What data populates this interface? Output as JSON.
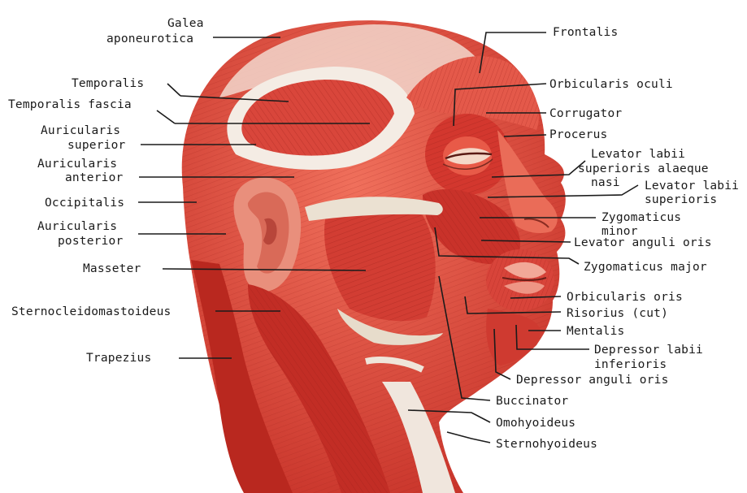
{
  "palette": {
    "muscle": "#d9463b",
    "muscle_dark": "#a8261f",
    "muscle_light": "#ef7a66",
    "tendon": "#ece8dd",
    "skin_shadow": "#f3c9b9",
    "leader": "#1b1b1b"
  },
  "labels": {
    "galea_aponeurotica": [
      "Galea",
      "aponeurotica"
    ],
    "temporalis": "Temporalis",
    "temporalis_fascia": "Temporalis fascia",
    "auricularis_superior": [
      "Auricularis",
      "superior"
    ],
    "auricularis_anterior": [
      "Auricularis",
      "anterior"
    ],
    "occipitalis": "Occipitalis",
    "auricularis_posterior": [
      "Auricularis",
      "posterior"
    ],
    "masseter": "Masseter",
    "sternocleidomastoideus": "Sternocleidomastoideus",
    "trapezius": "Trapezius",
    "frontalis": "Frontalis",
    "orbicularis_oculi": "Orbicularis oculi",
    "corrugator": "Corrugator",
    "procerus": "Procerus",
    "levator_labii_alaeque": [
      "Levator labii",
      "superioris alaeque",
      "nasi"
    ],
    "levator_labii_superioris": [
      "Levator labii",
      "superioris"
    ],
    "zygomaticus_minor": [
      "Zygomaticus",
      "minor"
    ],
    "levator_anguli_oris": "Levator anguli oris",
    "zygomaticus_major": "Zygomaticus major",
    "orbicularis_oris": "Orbicularis oris",
    "risorius": "Risorius (cut)",
    "mentalis": "Mentalis",
    "depressor_labii_inferioris": [
      "Depressor labii",
      "inferioris"
    ],
    "depressor_anguli_oris": "Depressor anguli oris",
    "buccinator": "Buccinator",
    "omohyoideus": "Omohyoideus",
    "sternohyoideus": "Sternohyoideus"
  }
}
